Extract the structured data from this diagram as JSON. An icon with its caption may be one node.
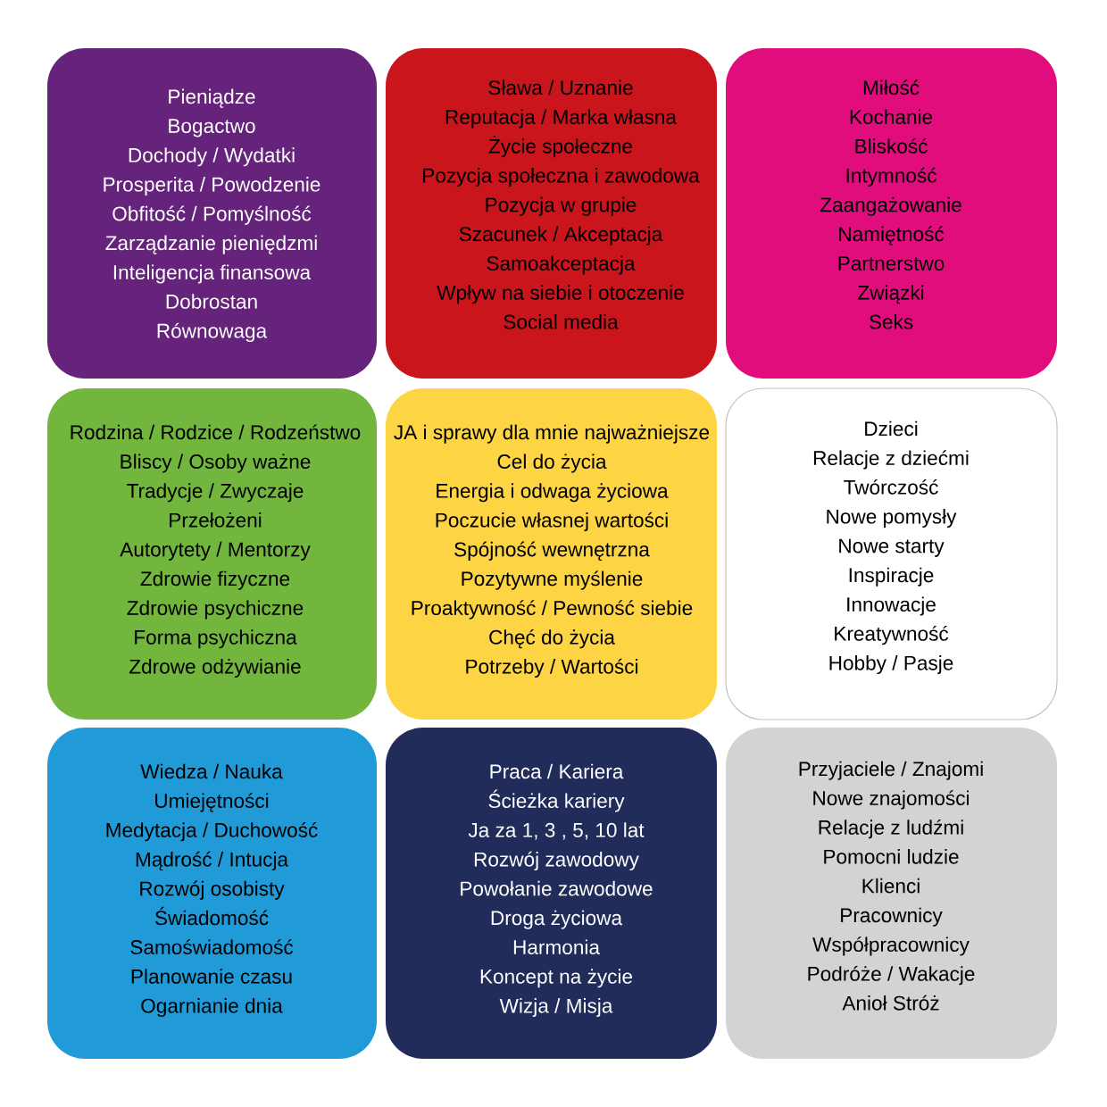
{
  "diagram": {
    "nodes": [
      {
        "text": [
          "Pieniądze",
          "Bogactwo",
          "Dochody / Wydatki",
          "Prosperita / Powodzenie",
          "Obfitość / Pomyślność",
          "Zarządzanie pieniędzmi",
          "Inteligencja finansowa",
          "Dobrostan",
          "Równowaga"
        ]
      },
      {
        "text": [
          "Sława / Uznanie",
          "Reputacja / Marka własna",
          "Życie społeczne",
          "Pozycja społeczna i zawodowa",
          "Pozycja w grupie",
          "Szacunek / Akceptacja",
          "Samoakceptacja",
          "Wpływ na siebie i otoczenie",
          "Social media"
        ]
      },
      {
        "text": [
          "Miłość",
          "Kochanie",
          "Bliskość",
          "Intymność",
          "Zaangażowanie",
          "Namiętność",
          "Partnerstwo",
          "Związki",
          "Seks"
        ]
      },
      {
        "text": [
          "Rodzina / Rodzice / Rodzeństwo",
          "Bliscy / Osoby ważne",
          "Tradycje / Zwyczaje",
          "Przełożeni",
          "Autorytety / Mentorzy",
          "Zdrowie fizyczne",
          "Zdrowie psychiczne",
          "Forma psychiczna",
          "Zdrowe odżywianie"
        ]
      },
      {
        "text": [
          "JA i sprawy dla mnie najważniejsze",
          "Cel do życia",
          "Energia i odwaga życiowa",
          "Poczucie własnej wartości",
          "Spójność wewnętrzna",
          "Pozytywne myślenie",
          "Proaktywność / Pewność siebie",
          "Chęć do życia",
          "Potrzeby / Wartości"
        ]
      },
      {
        "text": [
          "Dzieci",
          "Relacje z dziećmi",
          "Twórczość",
          "Nowe pomysły",
          "Nowe starty",
          "Inspiracje",
          "Innowacje",
          "Kreatywność",
          "Hobby / Pasje"
        ]
      },
      {
        "text": [
          "Wiedza / Nauka",
          "Umiejętności",
          "Medytacja / Duchowość",
          "Mądrość / Intucja",
          "Rozwój osobisty",
          "Świadomość",
          "Samoświadomość",
          "Planowanie czasu",
          "Ogarnianie dnia"
        ]
      },
      {
        "text": [
          "Praca / Kariera",
          "Ścieżka kariery",
          "Ja za 1, 3 , 5, 10 lat",
          "Rozwój zawodowy",
          "Powołanie zawodowe",
          "Droga życiowa",
          "Harmonia",
          "Koncept na życie",
          "Wizja / Misja"
        ]
      },
      {
        "text": [
          "Przyjaciele / Znajomi",
          "Nowe znajomości",
          "Relacje z ludźmi",
          "Pomocni ludzie",
          "Klienci",
          "Pracownicy",
          "Współpracownicy",
          "Podróże / Wakacje",
          "Anioł Stróż"
        ]
      }
    ]
  }
}
